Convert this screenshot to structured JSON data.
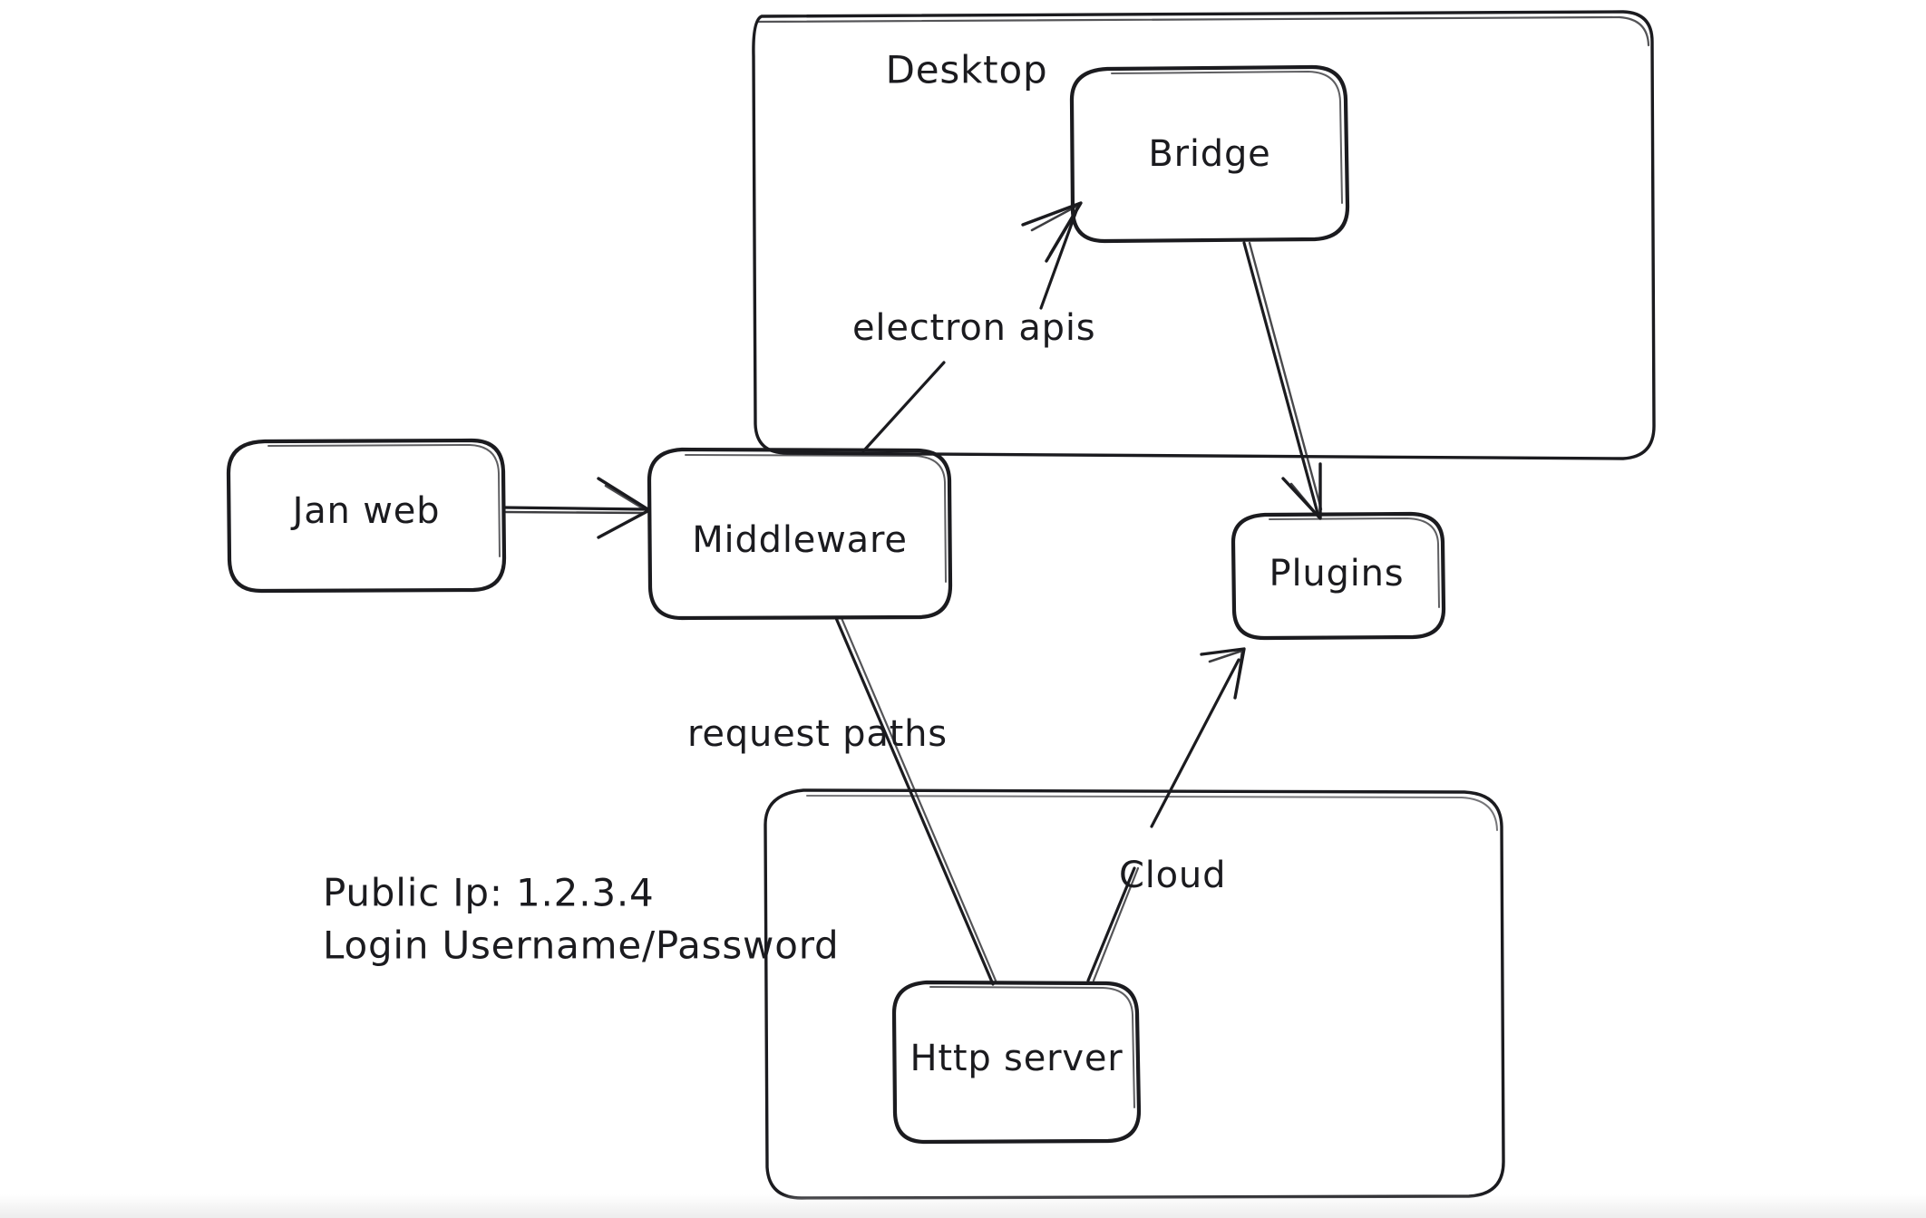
{
  "diagram": {
    "title": "Jan architecture sketch",
    "style": "hand-drawn whiteboard",
    "background_color": "#ffffff",
    "stroke_color": "#1b1b1f",
    "groups": [
      {
        "id": "desktop",
        "label": "Desktop"
      },
      {
        "id": "cloud_group",
        "label": ""
      }
    ],
    "nodes": [
      {
        "id": "jan_web",
        "label": "Jan web"
      },
      {
        "id": "middleware",
        "label": "Middleware"
      },
      {
        "id": "bridge",
        "label": "Bridge"
      },
      {
        "id": "plugins",
        "label": "Plugins"
      },
      {
        "id": "http_server",
        "label": "Http server"
      }
    ],
    "edges": [
      {
        "id": "e1",
        "from": "jan_web",
        "to": "middleware",
        "label": "",
        "arrow": true
      },
      {
        "id": "e2",
        "from": "middleware",
        "to": "bridge",
        "label": "electron apis",
        "arrow": true
      },
      {
        "id": "e3",
        "from": "bridge",
        "to": "plugins",
        "label": "",
        "arrow": true
      },
      {
        "id": "e4",
        "from": "middleware",
        "to": "http_server",
        "label": "request paths",
        "arrow": false
      },
      {
        "id": "e5",
        "from": "http_server",
        "to": "plugins",
        "label": "Cloud",
        "arrow": true
      }
    ],
    "notes": {
      "line1": "Public Ip: 1.2.3.4",
      "line2": "Login Username/Password"
    }
  }
}
